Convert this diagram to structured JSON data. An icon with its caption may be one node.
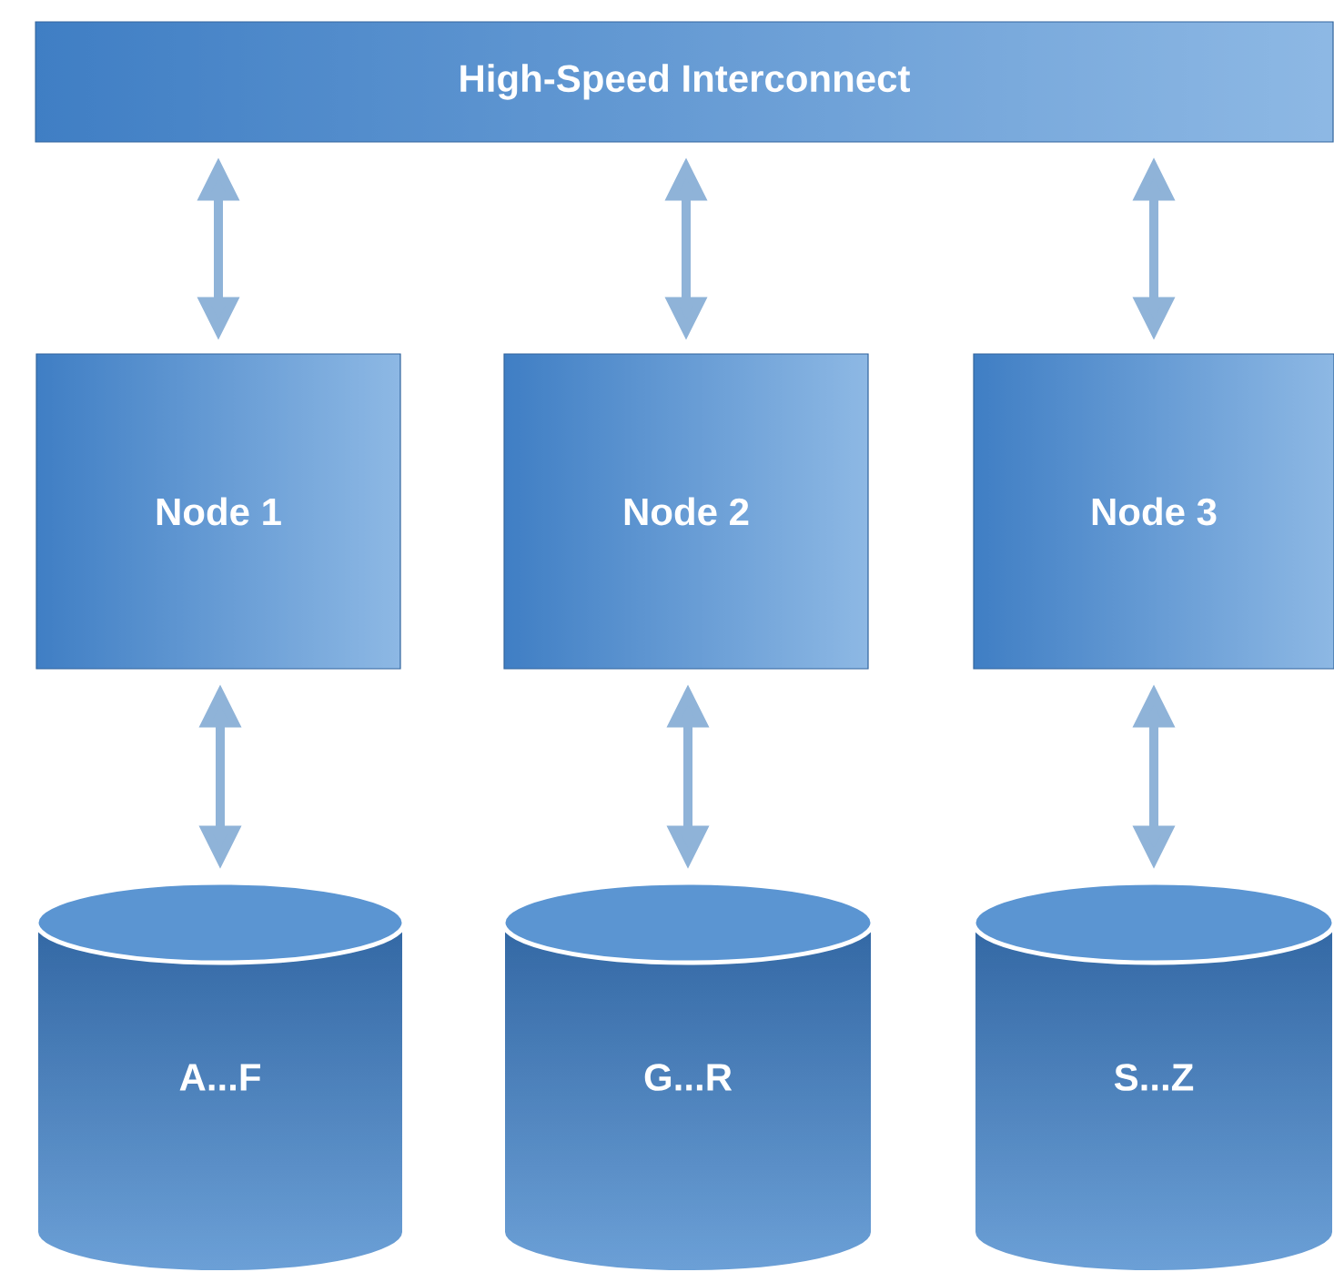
{
  "diagram": {
    "nodes": [
      {
        "text": [
          "High-Speed Interconnect"
        ]
      },
      {
        "text": [
          "Node 1"
        ]
      },
      {
        "text": [
          "Node 2"
        ]
      },
      {
        "text": [
          "Node 3"
        ]
      },
      {
        "text": [
          "A...F"
        ]
      },
      {
        "text": [
          "G...R"
        ]
      },
      {
        "text": [
          "S...Z"
        ]
      }
    ],
    "edges": [
      {
        "from": 0,
        "to": 1,
        "arrow": "both"
      },
      {
        "from": 0,
        "to": 2,
        "arrow": "both"
      },
      {
        "from": 0,
        "to": 3,
        "arrow": "both"
      },
      {
        "from": 1,
        "to": 4,
        "arrow": "both"
      },
      {
        "from": 2,
        "to": 5,
        "arrow": "both"
      },
      {
        "from": 3,
        "to": 6,
        "arrow": "both"
      }
    ]
  }
}
